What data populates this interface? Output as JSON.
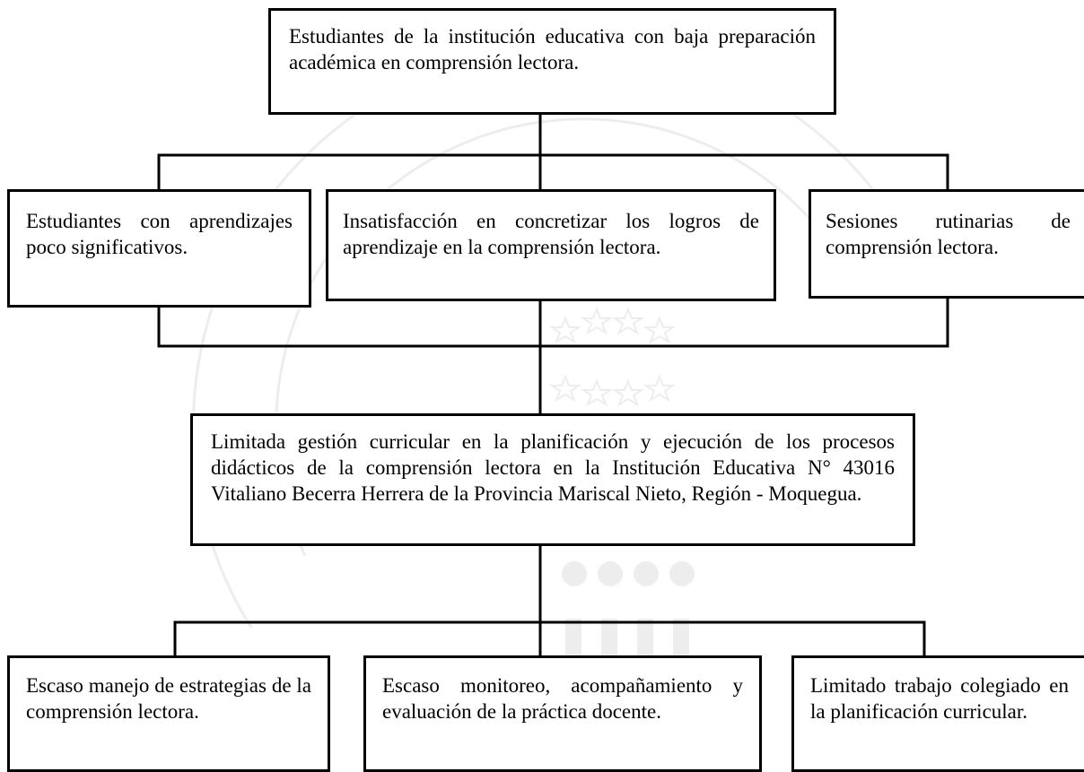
{
  "colors": {
    "line": "#000000",
    "box_border": "#000000",
    "background": "#ffffff",
    "watermark": "#7a7a7a"
  },
  "watermark": {
    "icon": "university-seal-watermark"
  },
  "nodes": {
    "top": "Estudiantes de la institución educativa con baja preparación académica en comprensión lectora.",
    "effect_left": "Estudiantes con aprendizajes poco significativos.",
    "effect_center": "Insatisfacción en concretizar los logros de aprendizaje en la comprensión lectora.",
    "effect_right": "Sesiones rutinarias de comprensión lectora.",
    "central": "Limitada gestión curricular en la planificación y ejecución de los procesos didácticos de la comprensión lectora en la Institución Educativa N° 43016 Vitaliano Becerra Herrera de la Provincia Mariscal Nieto, Región - Moquegua.",
    "cause_left": "Escaso manejo de estrategias de la comprensión lectora.",
    "cause_center": "Escaso monitoreo, acompañamiento y evaluación de la práctica docente.",
    "cause_right": "Limitado trabajo colegiado en la planificación curricular."
  }
}
